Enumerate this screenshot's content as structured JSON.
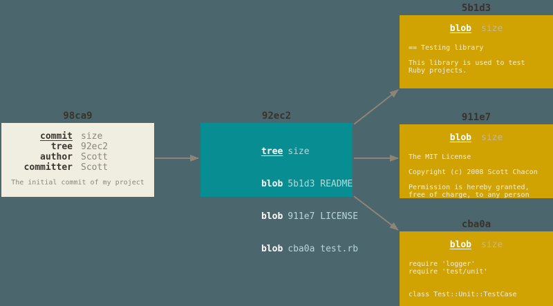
{
  "diagram": {
    "commit": {
      "label": "98ca9",
      "rows": [
        {
          "key": "commit",
          "value": "size"
        },
        {
          "key": "tree",
          "value": "92ec2"
        },
        {
          "key": "author",
          "value": "Scott"
        },
        {
          "key": "committer",
          "value": "Scott"
        }
      ],
      "note": "The initial commit of my project"
    },
    "tree": {
      "label": "92ec2",
      "rows": [
        {
          "key": "tree",
          "value": "size"
        },
        {
          "key": "blob",
          "value": "5b1d3 README"
        },
        {
          "key": "blob",
          "value": "911e7 LICENSE"
        },
        {
          "key": "blob",
          "value": "cba0a test.rb"
        }
      ]
    },
    "blobs": [
      {
        "label": "5b1d3",
        "header": {
          "key": "blob",
          "value": "size"
        },
        "lines": [
          "== Testing library",
          "",
          "This library is used to test",
          "Ruby projects."
        ]
      },
      {
        "label": "911e7",
        "header": {
          "key": "blob",
          "value": "size"
        },
        "lines": [
          "The MIT License",
          "",
          "Copyright (c) 2008 Scott Chacon",
          "",
          "Permission is hereby granted,",
          "free of charge, to any person"
        ]
      },
      {
        "label": "cba0a",
        "header": {
          "key": "blob",
          "value": "size"
        },
        "lines": [
          "require 'logger'",
          "require 'test/unit'",
          "",
          "",
          "class Test::Unit::TestCase"
        ]
      }
    ]
  },
  "colors": {
    "background": "#4c666d",
    "commit_box": "#f0ede1",
    "tree_box": "#088d92",
    "blob_box": "#d0a202",
    "label_text": "#3a332b",
    "arrow": "#8e8578",
    "commit_key": "#3b362e",
    "commit_value": "#8b877d",
    "tree_key": "#ffffff",
    "tree_value": "#b5d8d7",
    "blob_key": "#ffffff",
    "blob_size": "#c2b79c",
    "blob_body": "#f2edda"
  }
}
